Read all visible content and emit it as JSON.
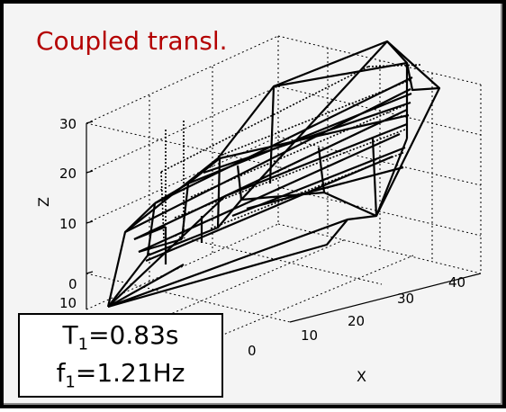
{
  "title": "Coupled transl.",
  "axes": {
    "z_label": "Z",
    "x_label": "X",
    "z_ticks": [
      "0",
      "10",
      "20",
      "30"
    ],
    "x_ticks": [
      "0",
      "10",
      "20",
      "30",
      "40"
    ],
    "y_ticks": [
      "10"
    ]
  },
  "mode_info": {
    "period_symbol": "T",
    "period_index": "1",
    "period_value": "=0.83s",
    "frequency_symbol": "f",
    "frequency_index": "1",
    "frequency_value": "=1.21Hz"
  },
  "colors": {
    "title": "#b40000",
    "wireframe": "#000000",
    "grid": "#000000",
    "background": "#f4f4f4",
    "info_box": "#ffffff"
  }
}
